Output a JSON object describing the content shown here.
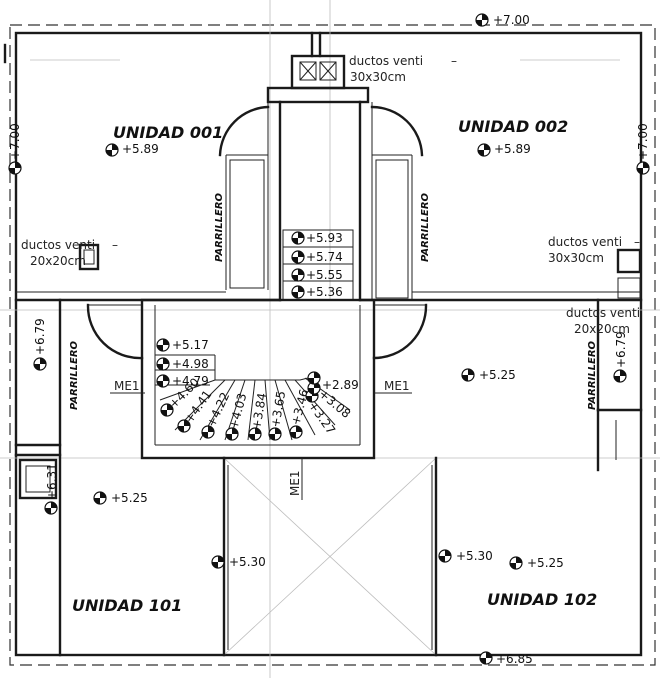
{
  "rooms": {
    "u001": "UNIDAD 001",
    "u002": "UNIDAD 002",
    "u101": "UNIDAD 101",
    "u102": "UNIDAD 102"
  },
  "parrillero": "PARRILLERO",
  "me1": "ME1",
  "ducts": {
    "top_l1": "ductos venti",
    "top_l2": "30x30cm",
    "left_l1": "ductos venti",
    "left_l2": "20x20cm",
    "right_l1": "ductos venti",
    "right_l2": "30x30cm",
    "right2_l1": "ductos venti",
    "right2_l2": "20x20cm"
  },
  "levels": {
    "top": "+7.00",
    "left_edge": "+7.00",
    "right_edge": "+7.00",
    "u001": "+5.89",
    "u002": "+5.89",
    "s593": "+5.93",
    "s574": "+5.74",
    "s555": "+5.55",
    "s536": "+5.36",
    "s517": "+5.17",
    "s498": "+4.98",
    "s479": "+4.79",
    "s460": "+4.60",
    "s441": "+4.41",
    "s422": "+4.22",
    "s403": "+4.03",
    "s384": "+3.84",
    "s365": "+3.65",
    "s346": "+3.46",
    "s327": "+3.27",
    "s308": "+3.08",
    "s289": "+2.89",
    "left679": "+6.79",
    "right679": "+6.79",
    "left631": "+6.31",
    "c525": "+5.25",
    "l525": "+5.25",
    "r525": "+5.25",
    "c530l": "+5.30",
    "c530r": "+5.30",
    "bottom": "+6.85"
  }
}
